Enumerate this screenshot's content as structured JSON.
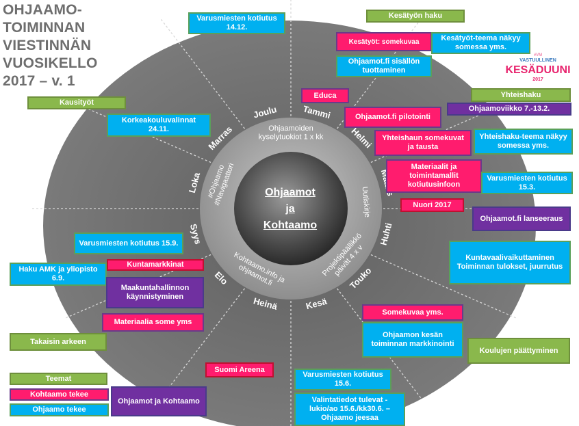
{
  "title": [
    "OHJAAMO-",
    "TOIMINNAN",
    "VIESTINNÄN",
    "VUOSIKELLO",
    "2017 – v. 1"
  ],
  "center": [
    "Ohjaamot",
    "ja",
    "Kohtaamo"
  ],
  "months": [
    "Tammi",
    "Helmi",
    "Maalis",
    "Huhti",
    "Touko",
    "Kesä",
    "Heinä",
    "Elo",
    "Syys",
    "Loka",
    "Marras",
    "Joulu"
  ],
  "inner_ring": {
    "top": [
      "Ohjaamoiden",
      "kyselytuokiot 1 x kk"
    ],
    "right": "Uutiskirje",
    "bottom_right": [
      "Projektipäällikkö",
      "päivät 4 x v"
    ],
    "bottom_left": [
      "Kohtaamo.info ja",
      "ohjaamot.fi"
    ],
    "left": [
      "#Ohjaamo",
      "#Navigaattori"
    ]
  },
  "logo": {
    "small": "VASTUULLINEN",
    "big": "KESÄDUUNI",
    "year": "2017",
    "top": "#VM"
  },
  "colors": {
    "cyan": "#00b0f0",
    "pink": "#ff1c6e",
    "green": "#8ab84c",
    "purple": "#7030a0",
    "title": "#6e6e6e"
  },
  "boxes": [
    {
      "id": "varusmiesten-14-12",
      "text": "Varusmiesten kotiutus 14.12."
    },
    {
      "id": "kesatyon-haku",
      "text": "Kesätyön haku"
    },
    {
      "id": "kesatyot-somekuvaa",
      "text": "Kesätyöt: somekuvaa"
    },
    {
      "id": "kesatyot-teema",
      "text": "Kesätyöt-teema näkyy somessa yms."
    },
    {
      "id": "ohjaamot-fi-sisallon",
      "text": "Ohjaamot.fi sisällön tuottaminen"
    },
    {
      "id": "kausityot",
      "text": "Kausityöt"
    },
    {
      "id": "educa",
      "text": "Educa"
    },
    {
      "id": "yhteishaku",
      "text": "Yhteishaku"
    },
    {
      "id": "ohjaamoviikko",
      "text": "Ohjaamoviikko 7.-13.2."
    },
    {
      "id": "korkeakoulu",
      "text": "Korkeakouluvalinnat 24.11."
    },
    {
      "id": "ohjaamot-fi-pilotointi",
      "text": "Ohjaamot.fi pilotointi"
    },
    {
      "id": "yhteishaun-somekuvat",
      "text": "Yhteishaun somekuvat ja tausta"
    },
    {
      "id": "yhteishaku-teema",
      "text": "Yhteishaku-teema näkyy somessa yms."
    },
    {
      "id": "materiaalit-toimintamallit",
      "text": "Materiaalit ja toimintamallit kotiutusinfoon"
    },
    {
      "id": "varusmiesten-15-3",
      "text": "Varusmiesten kotiutus 15.3."
    },
    {
      "id": "nuori-2017",
      "text": "Nuori 2017"
    },
    {
      "id": "ohjaamot-fi-lanseeraus",
      "text": "Ohjaamot.fi lanseeraus"
    },
    {
      "id": "varusmiesten-15-9",
      "text": "Varusmiesten kotiutus 15.9."
    },
    {
      "id": "kuntavaali",
      "text": "Kuntavaalivaikuttaminen Toiminnan tulokset, juurrutus"
    },
    {
      "id": "kuntamarkkinat",
      "text": "Kuntamarkkinat"
    },
    {
      "id": "haku-amk",
      "text": "Haku AMK ja yliopisto 6.9."
    },
    {
      "id": "maakuntahallinnon",
      "text": "Maakuntahallinnon käynnistyminen"
    },
    {
      "id": "materiaalia-some",
      "text": "Materiaalia some yms"
    },
    {
      "id": "somekuvaa-yms",
      "text": "Somekuvaa yms."
    },
    {
      "id": "ohjaamon-kesan",
      "text": "Ohjaamon kesän toiminnan markkinointi"
    },
    {
      "id": "takaisin-arkeen",
      "text": "Takaisin arkeen"
    },
    {
      "id": "koulujen",
      "text": "Koulujen päättyminen"
    },
    {
      "id": "suomi-areena",
      "text": "Suomi Areena"
    },
    {
      "id": "varusmiesten-15-6",
      "text": "Varusmiesten kotiutus 15.6."
    },
    {
      "id": "teemat",
      "text": "Teemat"
    },
    {
      "id": "kohtaamo-tekee",
      "text": "Kohtaamo tekee"
    },
    {
      "id": "ohjaamot-kohtaamo",
      "text": "Ohjaamot ja Kohtaamo"
    },
    {
      "id": "ohjaamo-tekee",
      "text": "Ohjaamo tekee"
    },
    {
      "id": "valintatiedot",
      "text": "Valintatiedot tulevat - lukio/ao 15.6./kk30.6. – Ohjaamo jeesaa"
    }
  ]
}
